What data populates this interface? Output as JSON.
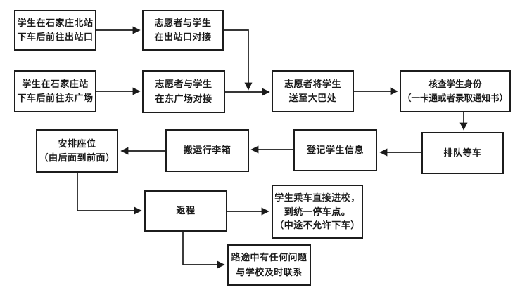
{
  "flowchart": {
    "colors": {
      "box_border": "#1c1c1c",
      "box_fill": "#ffffff",
      "arrow": "#1a1a1a",
      "text": "#1a1a1a",
      "background": "#ffffff"
    },
    "nodes": [
      {
        "id": "north-station-arrival",
        "label": "学生在石家庄北站\n下车后前往出站口"
      },
      {
        "id": "exit-gate-meet",
        "label": "志愿者与学生\n在出站口对接"
      },
      {
        "id": "main-station-arrival",
        "label": "学生在石家庄站\n下车后前往东广场"
      },
      {
        "id": "east-square-meet",
        "label": "志愿者与学生\n在东广场对接"
      },
      {
        "id": "escort-to-bus",
        "label": "志愿者将学生\n送至大巴处"
      },
      {
        "id": "verify-identity",
        "label": "核查学生身份\n（一卡通或者录取通知书）"
      },
      {
        "id": "arrange-seats",
        "label": "安排座位\n（由后面到前面）"
      },
      {
        "id": "move-luggage",
        "label": "搬运行李箱"
      },
      {
        "id": "register-info",
        "label": "登记学生信息"
      },
      {
        "id": "queue-for-bus",
        "label": "排队等车"
      },
      {
        "id": "return-trip",
        "label": "返程"
      },
      {
        "id": "ride-to-campus",
        "label": "学生乘车直接进校，\n到统一停车点。\n（中途不允许下车）"
      },
      {
        "id": "contact-school",
        "label": "路途中有任何问题\n与学校及时联系"
      }
    ],
    "edges": [
      {
        "from": "north-station-arrival",
        "to": "exit-gate-meet"
      },
      {
        "from": "main-station-arrival",
        "to": "east-square-meet"
      },
      {
        "from": "exit-gate-meet",
        "to": "escort-to-bus"
      },
      {
        "from": "east-square-meet",
        "to": "escort-to-bus"
      },
      {
        "from": "escort-to-bus",
        "to": "verify-identity"
      },
      {
        "from": "verify-identity",
        "to": "queue-for-bus"
      },
      {
        "from": "queue-for-bus",
        "to": "register-info"
      },
      {
        "from": "register-info",
        "to": "move-luggage"
      },
      {
        "from": "move-luggage",
        "to": "arrange-seats"
      },
      {
        "from": "arrange-seats",
        "to": "return-trip"
      },
      {
        "from": "return-trip",
        "to": "ride-to-campus"
      },
      {
        "from": "return-trip",
        "to": "contact-school"
      }
    ]
  }
}
